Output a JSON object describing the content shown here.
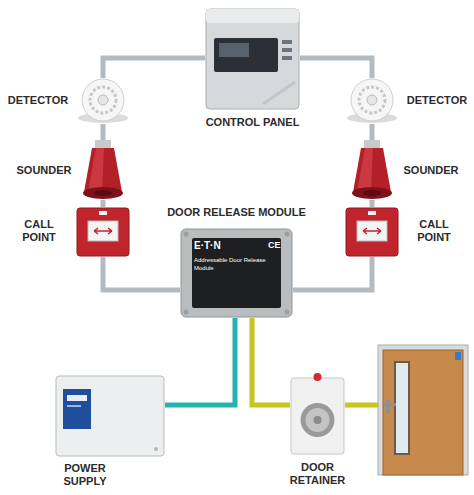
{
  "diagram": {
    "nodes": [
      {
        "text": [
          "CONTROL PANEL"
        ]
      },
      {
        "text": [
          "DETECTOR"
        ]
      },
      {
        "text": [
          "SOUNDER"
        ]
      },
      {
        "text": [
          "CALL POINT"
        ]
      },
      {
        "text": [
          "DETECTOR"
        ]
      },
      {
        "text": [
          "SOUNDER"
        ]
      },
      {
        "text": [
          "CALL POINT"
        ]
      },
      {
        "text": [
          "DOOR RELEASE MODULE"
        ]
      },
      {
        "text": [
          "POWER SUPPLY"
        ]
      },
      {
        "text": [
          "DOOR RETAINER"
        ]
      }
    ],
    "edges": [
      {
        "from": 0,
        "to": 1,
        "arrow": "none"
      },
      {
        "from": 1,
        "to": 2,
        "arrow": "none"
      },
      {
        "from": 2,
        "to": 3,
        "arrow": "none"
      },
      {
        "from": 3,
        "to": 7,
        "arrow": "none"
      },
      {
        "from": 7,
        "to": 6,
        "arrow": "none"
      },
      {
        "from": 6,
        "to": 5,
        "arrow": "none"
      },
      {
        "from": 5,
        "to": 4,
        "arrow": "none"
      },
      {
        "from": 4,
        "to": 0,
        "arrow": "none"
      },
      {
        "from": 7,
        "to": 8,
        "arrow": "none"
      },
      {
        "from": 7,
        "to": 9,
        "arrow": "none"
      }
    ],
    "labels": [
      "E·T·N",
      "CE",
      "Addressable Door Release Module"
    ]
  }
}
